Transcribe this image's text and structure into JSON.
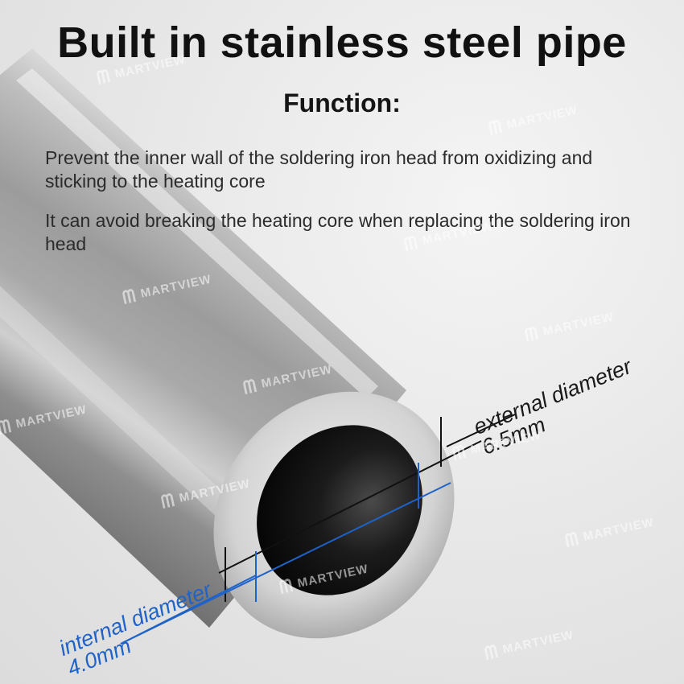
{
  "headline": {
    "title": "Built in stainless steel pipe",
    "subtitle": "Function:"
  },
  "description": {
    "point_1": "Prevent the inner wall of the soldering iron head from oxidizing and sticking to the heating core",
    "point_2": "It can avoid breaking the heating core when replacing the soldering iron head"
  },
  "dimensions": {
    "external": {
      "label": "external diameter",
      "value": "6.5mm",
      "color": "#1a1a1a"
    },
    "internal": {
      "label": "internal diameter",
      "value": "4.0mm",
      "color": "#1f63c9"
    }
  },
  "watermark": {
    "brand": "MARTVIEW",
    "icon": "martview-logo-icon"
  },
  "colors": {
    "background": "#e6e6e6",
    "pipe_metal": "#b8b8b8",
    "bore_dark": "#111111",
    "measure_blue": "#1f63c9"
  }
}
